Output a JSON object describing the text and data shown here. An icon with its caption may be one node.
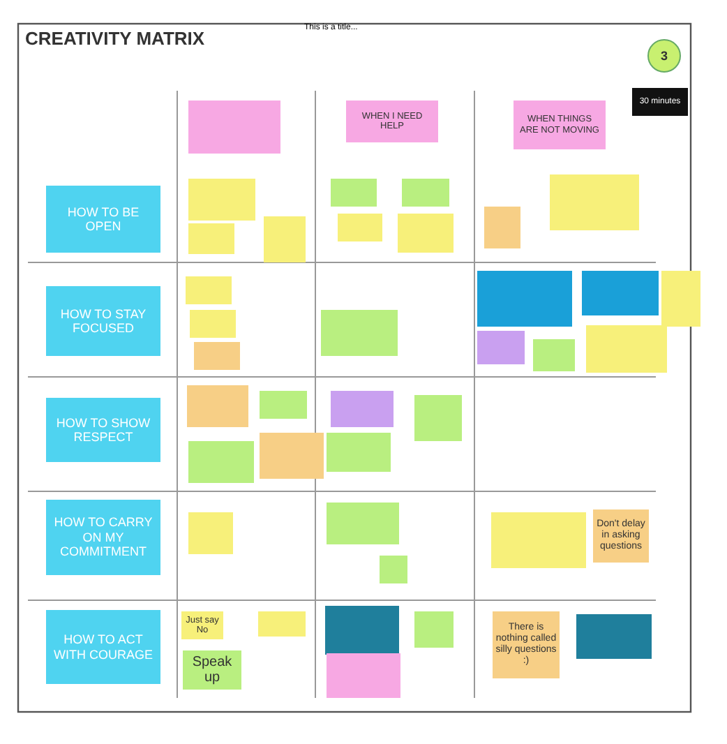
{
  "diagram": {
    "title": "CREATIVITY MATRIX",
    "nodes": [
      {
        "text": [
          "3"
        ]
      },
      {
        "text": [
          "30 minutes"
        ]
      },
      {
        "text": [],
        "shape": "box"
      },
      {
        "text": [
          "WHEN I NEED HELP"
        ]
      },
      {
        "text": [
          "WHEN THINGS ARE NOT MOVING"
        ]
      },
      {
        "text": [
          "HOW TO BE OPEN"
        ]
      },
      {
        "text": [],
        "shape": "box"
      },
      {
        "text": [],
        "shape": "box"
      },
      {
        "text": [],
        "shape": "box"
      },
      {
        "text": [],
        "shape": "box"
      },
      {
        "text": [],
        "shape": "box"
      },
      {
        "text": [],
        "shape": "box"
      },
      {
        "text": [],
        "shape": "box"
      },
      {
        "text": [],
        "shape": "box"
      },
      {
        "text": [],
        "shape": "box"
      },
      {
        "text": [
          "HOW TO STAY FOCUSED"
        ]
      },
      {
        "text": [],
        "shape": "box"
      },
      {
        "text": [],
        "shape": "box"
      },
      {
        "text": [],
        "shape": "box"
      },
      {
        "text": [],
        "shape": "box"
      },
      {
        "text": [],
        "shape": "box"
      },
      {
        "text": [],
        "shape": "box"
      },
      {
        "text": [],
        "shape": "box"
      },
      {
        "text": [],
        "shape": "box"
      },
      {
        "text": [],
        "shape": "box"
      },
      {
        "text": [],
        "shape": "box"
      },
      {
        "text": [
          "HOW TO SHOW RESPECT"
        ]
      },
      {
        "text": [],
        "shape": "box"
      },
      {
        "text": [],
        "shape": "box"
      },
      {
        "text": [],
        "shape": "box"
      },
      {
        "text": [],
        "shape": "box"
      },
      {
        "text": [],
        "shape": "box"
      },
      {
        "text": [],
        "shape": "box"
      },
      {
        "text": [],
        "shape": "box"
      },
      {
        "text": [
          "HOW TO CARRY ON MY COMMITMENT"
        ]
      },
      {
        "text": [],
        "shape": "box"
      },
      {
        "text": [],
        "shape": "box"
      },
      {
        "text": [],
        "shape": "box"
      },
      {
        "text": [],
        "shape": "box"
      },
      {
        "text": [
          "Don't delay in asking questions"
        ]
      },
      {
        "text": [
          "HOW TO ACT WITH COURAGE"
        ]
      },
      {
        "text": [
          "Just say No"
        ]
      },
      {
        "text": [],
        "shape": "box"
      },
      {
        "text": [
          "Speak up"
        ]
      },
      {
        "text": [],
        "shape": "box"
      },
      {
        "text": [],
        "shape": "box"
      },
      {
        "text": [],
        "shape": "box"
      },
      {
        "text": [
          "There is nothing called silly questions :)"
        ]
      },
      {
        "text": [],
        "shape": "box"
      }
    ],
    "labels": [
      "This is a title..."
    ]
  }
}
